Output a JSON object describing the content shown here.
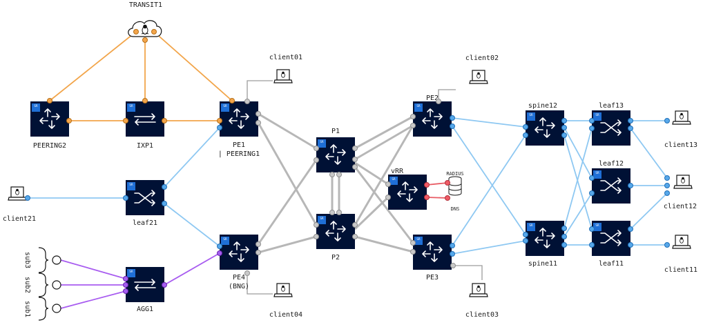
{
  "nodes": {
    "transit1": "TRANSIT1",
    "peering2": "PEERING2",
    "ixp1": "IXP1",
    "pe1": "PE1",
    "pe1_sub": "| PEERING1",
    "leaf21": "leaf21",
    "agg1": "AGG1",
    "pe4": "PE4",
    "pe4_sub": "(BNG)",
    "p1": "P1",
    "p2": "P2",
    "vrr": "vRR",
    "pe2": "PE2",
    "pe3": "PE3",
    "spine12": "spine12",
    "spine11": "spine11",
    "leaf13": "leaf13",
    "leaf12": "leaf12",
    "leaf11": "leaf11"
  },
  "clients": {
    "client01": "client01",
    "client02": "client02",
    "client03": "client03",
    "client04": "client04",
    "client11": "client11",
    "client12": "client12",
    "client13": "client13",
    "client21": "client21"
  },
  "subs": [
    "sub3",
    "sub2",
    "sub1"
  ],
  "services": {
    "radius": "RADIUS",
    "dns": "DNS"
  },
  "badge": "SR",
  "colors": {
    "node": "#001135",
    "badge": "#1f6fd6",
    "core_link": "#b7b7b7",
    "access_link": "#8ec8f2",
    "peering_link": "#f2a54a",
    "bng_link": "#a85cf0",
    "service_link": "#e85a63"
  },
  "icons": [
    "cloud-icon",
    "router-icon",
    "switch-icon",
    "bridge-icon",
    "laptop-icon",
    "database-icon",
    "linux-penguin-icon"
  ]
}
